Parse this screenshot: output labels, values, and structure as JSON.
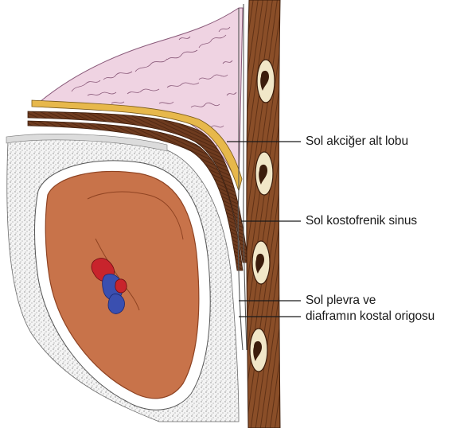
{
  "diagram": {
    "labels": [
      {
        "id": "lower-lobe",
        "text": "Sol akciğer alt lobu"
      },
      {
        "id": "costophrenic-sinus",
        "text": "Sol kostofrenik sinus"
      },
      {
        "id": "pleura-line1",
        "text": "Sol plevra ve"
      },
      {
        "id": "pleura-line2",
        "text": "diaframın kostal origosu"
      }
    ],
    "colors": {
      "lung": "#efd3e2",
      "lung_lines": "#8a5a7a",
      "pleura_yellow": "#e7b84b",
      "muscle": "#6e3b1f",
      "chest_wall": "#8a4e28",
      "rib": "#f1e7c8",
      "spleen": "#c8734a",
      "spleen_dark": "#8f4322",
      "stipple": "#8a8a8a",
      "artery": "#c8242c",
      "vein": "#3a4fb0"
    }
  }
}
